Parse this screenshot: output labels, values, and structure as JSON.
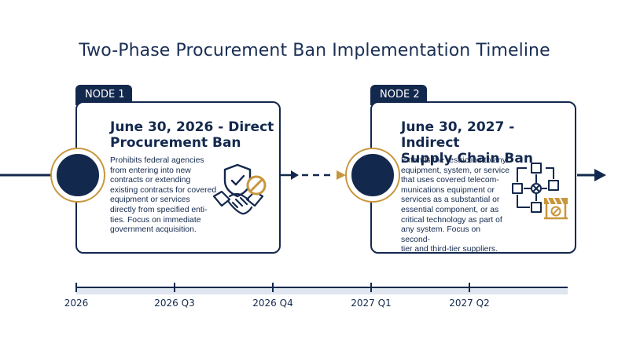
{
  "title": "Two-Phase Procurement Ban Implementation Timeline",
  "nodes": [
    {
      "tab": "NODE 1",
      "heading": "June 30, 2026 - Direct Procurement Ban",
      "heading_lines": [
        "June 30, 2026 - Direct",
        "Procurement Ban"
      ],
      "body": "Prohibits federal agencies\nfrom entering into new\ncontracts or extending\nexisting contracts for covered\nequipment or services\ndirectly from specified enti-\nties. Focus on immediate\ngovernment acquisition.",
      "icon": "shield-handshake-prohibited-icon"
    },
    {
      "tab": "NODE 2",
      "heading": "June 30, 2027 - Indirect Supply Chain Ban",
      "heading_lines": [
        "June 30, 2027 - Indirect",
        "Supply Chain Ban"
      ],
      "body": "Extends the restriction to any\nequipment, system, or service\nthat uses covered telecom-\nmunications equipment or\nservices as a substantial or\nessential component, or as\ncritical technology as part of\nany system. Focus on second-\ntier and third-tier suppliers.",
      "icon": "supply-chain-network-barrier-icon"
    }
  ],
  "axis": {
    "ticks": [
      "2026",
      "2026 Q3",
      "2026 Q4",
      "2027 Q1",
      "2027 Q2"
    ]
  },
  "colors": {
    "navy": "#13284d",
    "gold": "#c8963c",
    "axis_bar": "#dfe6ef"
  }
}
